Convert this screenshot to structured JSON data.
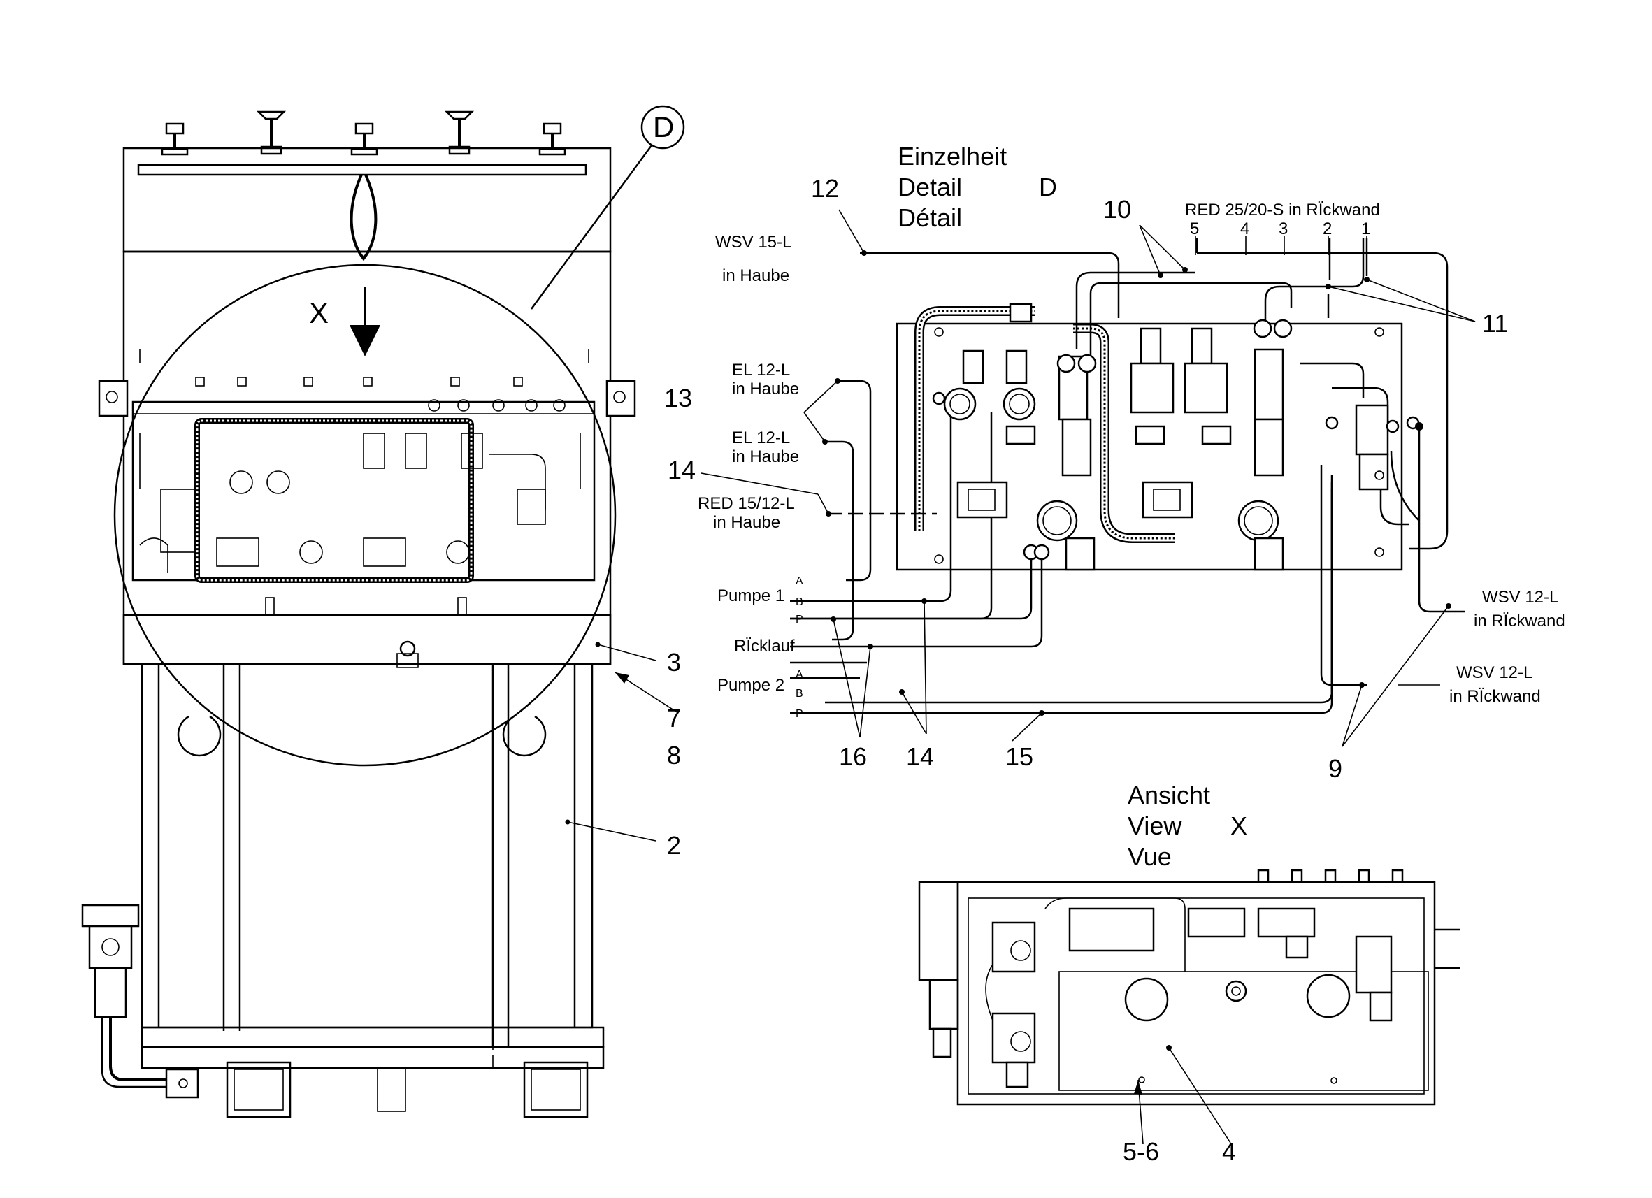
{
  "detail_marker": "D",
  "detail_title": {
    "line1": "Einzelheit",
    "line2": "Detail",
    "line3": "Détail",
    "ref": "D"
  },
  "view_title": {
    "line1": "Ansicht",
    "line2": "View",
    "line3": "Vue",
    "ref": "X"
  },
  "arrow_label": "X",
  "overview_callouts": {
    "c2": "2",
    "c3": "3",
    "c7": "7",
    "c8": "8"
  },
  "detail_callouts": {
    "c9": "9",
    "c10": "10",
    "c11": "11",
    "c12": "12",
    "c13": "13",
    "c14a": "14",
    "c14b": "14",
    "c15": "15",
    "c16": "16"
  },
  "view_callouts": {
    "c4": "4",
    "c56": "5-6"
  },
  "line_labels": {
    "wsv15_1": "WSV 15-L",
    "wsv15_2": "in Haube",
    "el12a_1": "EL 12-L",
    "el12a_2": "in Haube",
    "el12b_1": "EL 12-L",
    "el12b_2": "in Haube",
    "red15_1": "RED 15/12-L",
    "red15_2": "in Haube",
    "red25": "RED 25/20-S in RÏckwand",
    "wsv12a_1": "WSV 12-L",
    "wsv12a_2": "in RÏckwand",
    "wsv12b_1": "WSV 12-L",
    "wsv12b_2": "in RÏckwand",
    "pumpe1": "Pumpe 1",
    "pumpe2": "Pumpe 2",
    "ruecklauf": "RÏcklauf",
    "p1a": "A",
    "p1b": "B",
    "p1p": "P",
    "p2a": "A",
    "p2b": "B",
    "p2p": "P"
  },
  "port_numbers": [
    "5",
    "4",
    "3",
    "2",
    "1"
  ]
}
